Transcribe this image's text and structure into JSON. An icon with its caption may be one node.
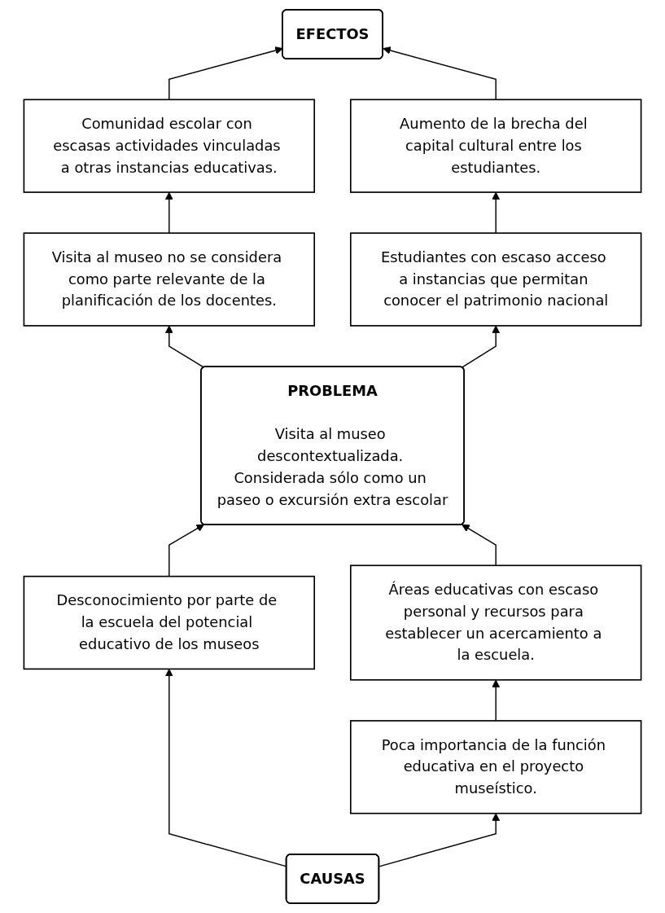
{
  "diagram": {
    "nodes": [
      {
        "text": [
          "EFECTOS"
        ]
      },
      {
        "text": [
          "Comunidad escolar con escasas actividades vinculadas a otras instancias educativas."
        ]
      },
      {
        "text": [
          "Aumento de la brecha del capital cultural entre los estudiantes."
        ]
      },
      {
        "text": [
          "Visita al museo no se considera como parte relevante de la planificación de los docentes."
        ]
      },
      {
        "text": [
          "Estudiantes con escaso acceso a instancias que permitan conocer el patrimonio nacional"
        ]
      },
      {
        "text": [
          "PROBLEMA",
          "Visita al museo descontextualizada. Considerada sólo como un paseo o excursión extra escolar"
        ]
      },
      {
        "text": [
          "Desconocimiento por parte de la escuela del potencial educativo de los museos"
        ]
      },
      {
        "text": [
          "Áreas educativas con escaso personal y recursos para establecer un acercamiento a la escuela."
        ]
      },
      {
        "text": [
          "Poca importancia de la función educativa en el proyecto museístico."
        ]
      },
      {
        "text": [
          "CAUSAS"
        ]
      }
    ],
    "edges": [
      {
        "from": 1,
        "to": 0,
        "arrow": "to"
      },
      {
        "from": 2,
        "to": 0,
        "arrow": "to"
      },
      {
        "from": 3,
        "to": 1,
        "arrow": "to"
      },
      {
        "from": 4,
        "to": 2,
        "arrow": "to"
      },
      {
        "from": 5,
        "to": 3,
        "arrow": "to"
      },
      {
        "from": 5,
        "to": 4,
        "arrow": "to"
      },
      {
        "from": 6,
        "to": 5,
        "arrow": "to"
      },
      {
        "from": 7,
        "to": 5,
        "arrow": "to"
      },
      {
        "from": 8,
        "to": 7,
        "arrow": "to"
      },
      {
        "from": 9,
        "to": 6,
        "arrow": "to"
      },
      {
        "from": 9,
        "to": 8,
        "arrow": "to"
      }
    ]
  }
}
